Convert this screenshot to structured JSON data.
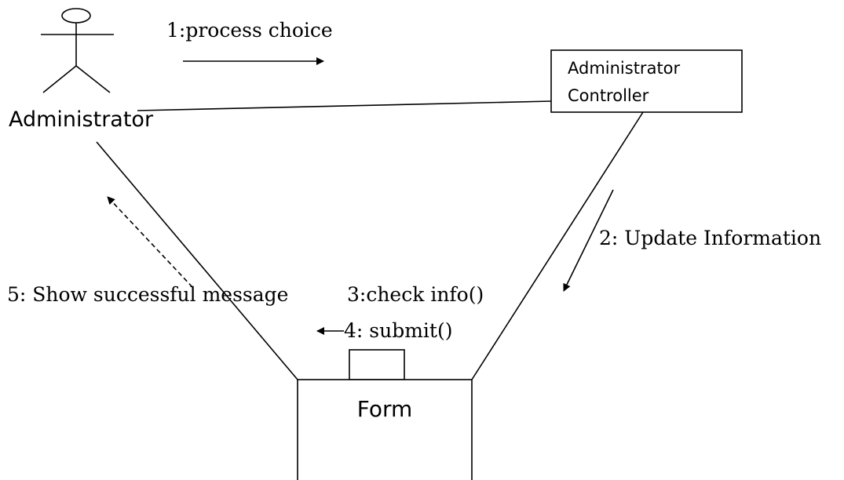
{
  "actor": {
    "name": "Administrator"
  },
  "objects": {
    "controller_line1": "Administrator",
    "controller_line2": "Controller",
    "form": "Form"
  },
  "messages": {
    "m1": "1:process choice",
    "m2": "2: Update Information",
    "m3": "3:check info()",
    "m4": "4: submit()",
    "m5": "5: Show successful message"
  }
}
